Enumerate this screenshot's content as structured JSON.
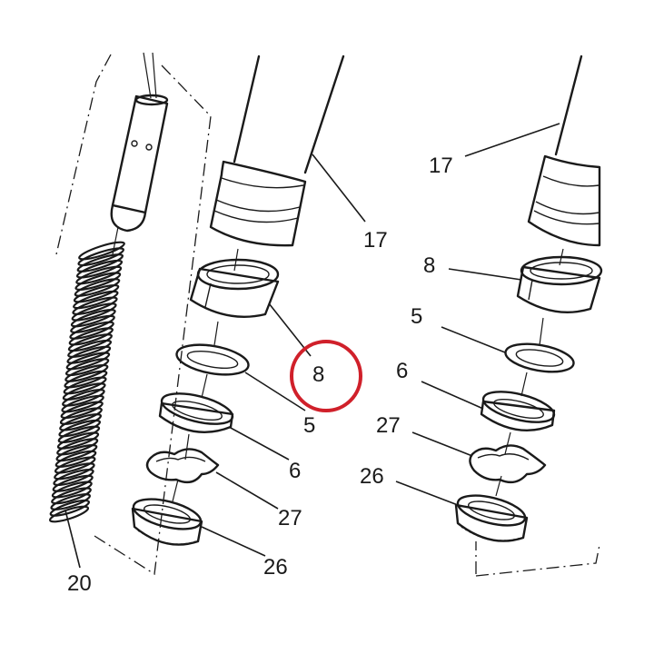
{
  "labels": {
    "spring": "20",
    "left_tube": "17",
    "left_bushing": "8",
    "left_washer": "5",
    "left_cup": "6",
    "left_clip": "27",
    "left_seal": "26",
    "right_tube": "17",
    "right_bushing": "8",
    "right_washer": "5",
    "right_cup": "6",
    "right_clip": "27",
    "right_seal": "26"
  },
  "highlight": {
    "color": "#d0202a",
    "target": "8"
  },
  "colors": {
    "ink": "#1a1a1a",
    "dark_part": "#6b6b6b",
    "mid_part": "#8c8c8c",
    "light_part": "#b5b5b5"
  }
}
